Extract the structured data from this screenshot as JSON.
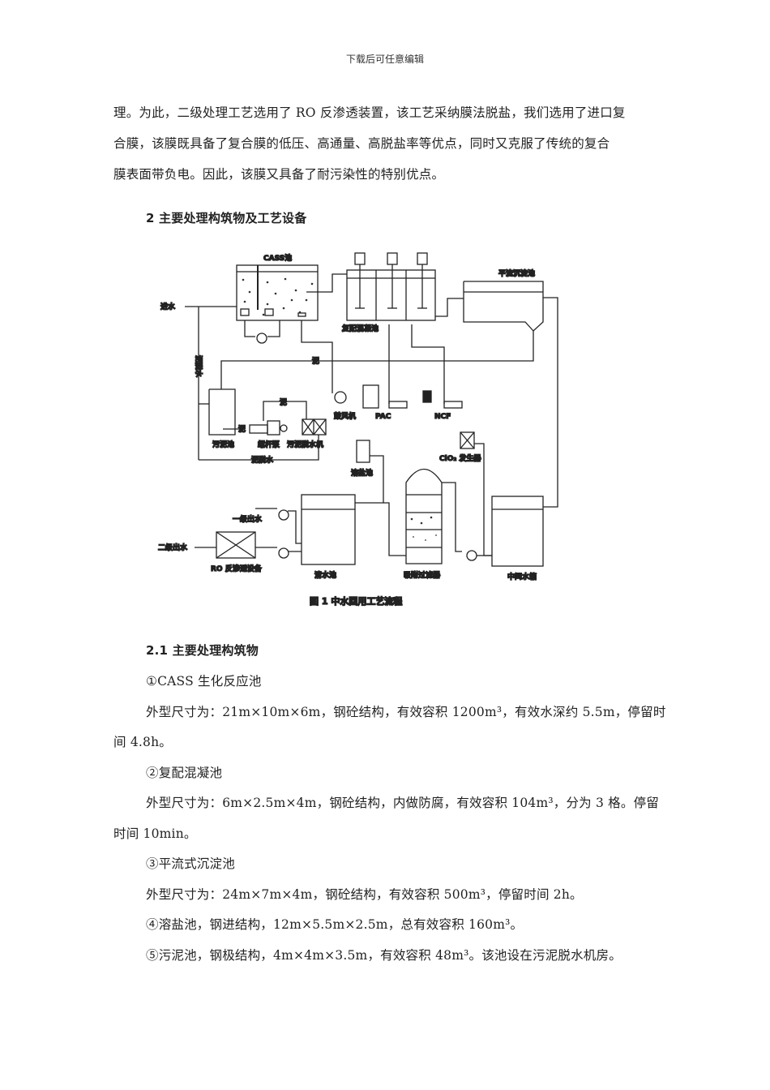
{
  "header": "下载后可任意编辑",
  "intro": [
    "理。为此，二级处理工艺选用了 RO 反渗透装置，该工艺采纳膜法脱盐，我们选用了进口复",
    "合膜，该膜既具备了复合膜的低压、高通量、高脱盐率等优点，同时又克服了传统的复合",
    "膜表面带负电。因此，该膜又具备了耐污染性的特别优点。"
  ],
  "section2_title": "2  主要处理构筑物及工艺设备",
  "figure": {
    "cass": "CASS池",
    "inflow": "进水",
    "coag": "复配混凝池",
    "sed": "平流沉淀池",
    "sludge1": "泥",
    "sludge2": "泥",
    "sludge3": "泥",
    "dewater_water_v": "泥脱水",
    "dewater_water_h": "泥脱水",
    "sludge_tank": "污泥池",
    "screw_pump": "螺杆泵",
    "dewater_machine": "污泥脱水机",
    "blower": "鼓风机",
    "pac": "PAC",
    "ncf": "NCF",
    "salt_tank": "溶盐池",
    "clo2": "ClO₂ 发生器",
    "filter": "吸附过滤器",
    "clear_tank": "清水池",
    "mid_tank": "中间水箱",
    "ro": "RO 反渗透设备",
    "out1": "一级出水",
    "out2": "二级出水",
    "caption": "图 1    中水回用工艺流程"
  },
  "section21_title": "2.1  主要处理构筑物",
  "items": [
    {
      "title": "①CASS 生化反应池",
      "lines": [
        "外型尺寸为：21m×10m×6m，钢砼结构，有效容积 1200m³，有效水深约 5.5m，停留时",
        "间 4.8h。"
      ]
    },
    {
      "title": "②复配混凝池",
      "lines": [
        "外型尺寸为：6m×2.5m×4m，钢砼结构，内做防腐，有效容积 104m³，分为 3 格。停留",
        "时间 10min。"
      ]
    },
    {
      "title": "③平流式沉淀池",
      "lines": [
        "外型尺寸为：24m×7m×4m，钢砼结构，有效容积 500m³，停留时间 2h。"
      ]
    }
  ],
  "item4": "④溶盐池，钢进结构，12m×5.5m×2.5m，总有效容积 160m³。",
  "item5": "⑤污泥池，钢极结构，4m×4m×3.5m，有效容积 48m³。该池设在污泥脱水机房。"
}
